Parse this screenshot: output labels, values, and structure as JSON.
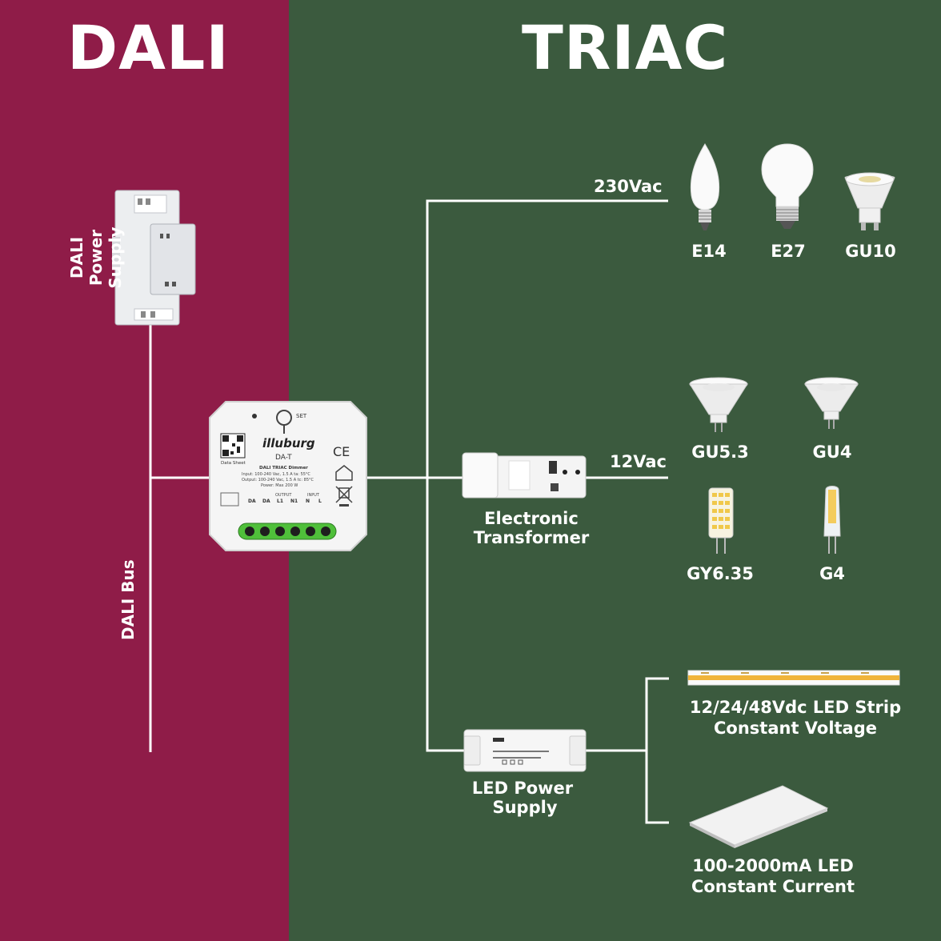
{
  "colors": {
    "dali_bg": "#8f1c48",
    "triac_bg": "#3b5a3e",
    "wire": "#ffffff"
  },
  "headers": {
    "dali": "DALI",
    "triac": "TRIAC"
  },
  "dali_side": {
    "power_supply_label": "DALI\nPower Supply",
    "bus_label": "DALI Bus"
  },
  "dimmer": {
    "brand": "illuburg",
    "model": "DA-T",
    "set_label": "SET",
    "qr_caption": "Data Sheet",
    "product_name": "DALI TRIAC Dimmer",
    "input_spec": "Input: 100-240 Vac, 1.5 A    ta: 55°C",
    "output_spec": "Output: 100-240 Vac, 1.5 A   tc: 85°C",
    "power_spec": "Power: Max 200 W",
    "output_header": "OUTPUT",
    "input_header": "INPUT",
    "terminals": [
      "DA",
      "DA",
      "L1",
      "N1",
      "N",
      "L"
    ],
    "ce_mark": "CE"
  },
  "voltages": {
    "mains": "230Vac",
    "low": "12Vac"
  },
  "bulbs_230": [
    {
      "label": "E14"
    },
    {
      "label": "E27"
    },
    {
      "label": "GU10"
    }
  ],
  "bulbs_12": [
    {
      "label": "GU5.3"
    },
    {
      "label": "GU4"
    },
    {
      "label": "GY6.35"
    },
    {
      "label": "G4"
    }
  ],
  "transformer": {
    "label_line1": "Electronic",
    "label_line2": "Transformer"
  },
  "led_supply": {
    "label_line1": "LED Power",
    "label_line2": "Supply"
  },
  "led_strip": {
    "label_line1": "12/24/48Vdc LED Strip",
    "label_line2": "Constant Voltage"
  },
  "led_panel": {
    "label_line1": "100-2000mA LED",
    "label_line2": "Constant Current"
  }
}
